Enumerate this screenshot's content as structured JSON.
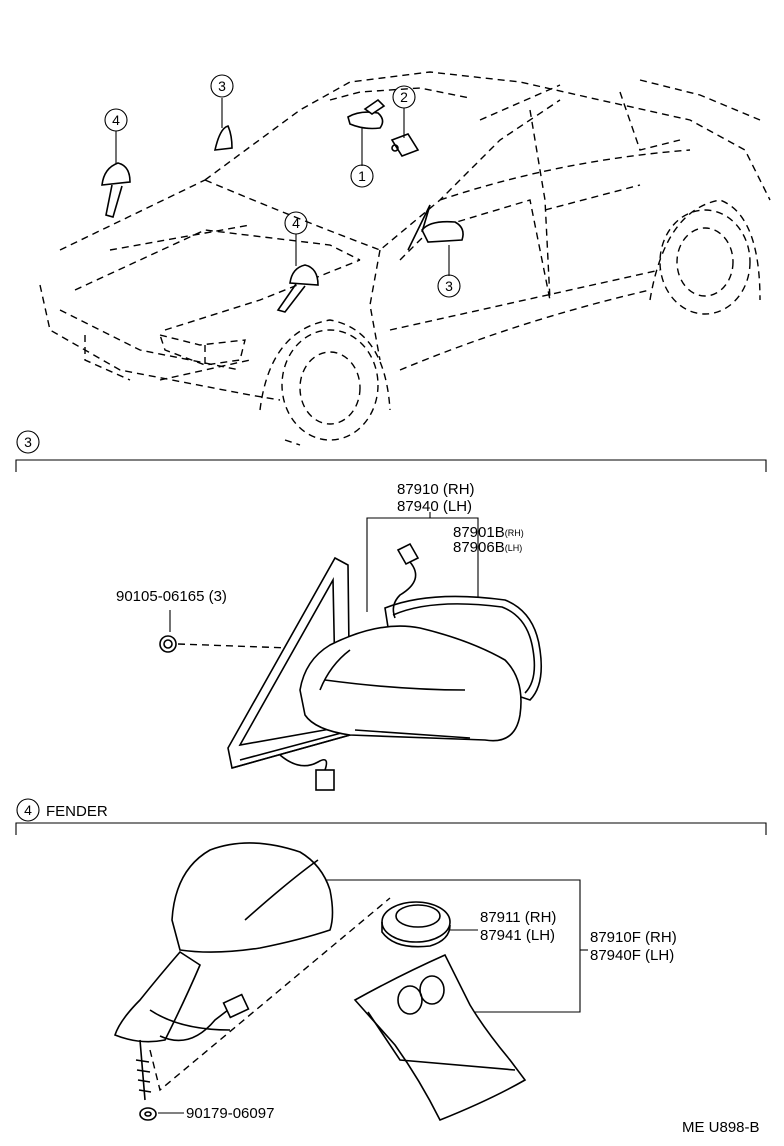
{
  "callouts": {
    "c1": "1",
    "c2": "2",
    "c3a": "3",
    "c3b": "3",
    "c4a": "4",
    "c4b": "4"
  },
  "section3": {
    "number": "3",
    "mirror_assy_rh": "87910 (RH)",
    "mirror_assy_lh": "87940 (LH)",
    "cover_rh_code": "87901B",
    "cover_rh_suffix": "(RH)",
    "cover_lh_code": "87906B",
    "cover_lh_suffix": "(LH)",
    "screw": "90105-06165 (3)"
  },
  "section4": {
    "number": "4",
    "title": "FENDER",
    "glass_rh": "87911 (RH)",
    "glass_lh": "87941 (LH)",
    "assy_rh": "87910F (RH)",
    "assy_lh": "87940F (LH)",
    "bolt": "90179-06097"
  },
  "footer": {
    "code": "ME U898-B"
  }
}
